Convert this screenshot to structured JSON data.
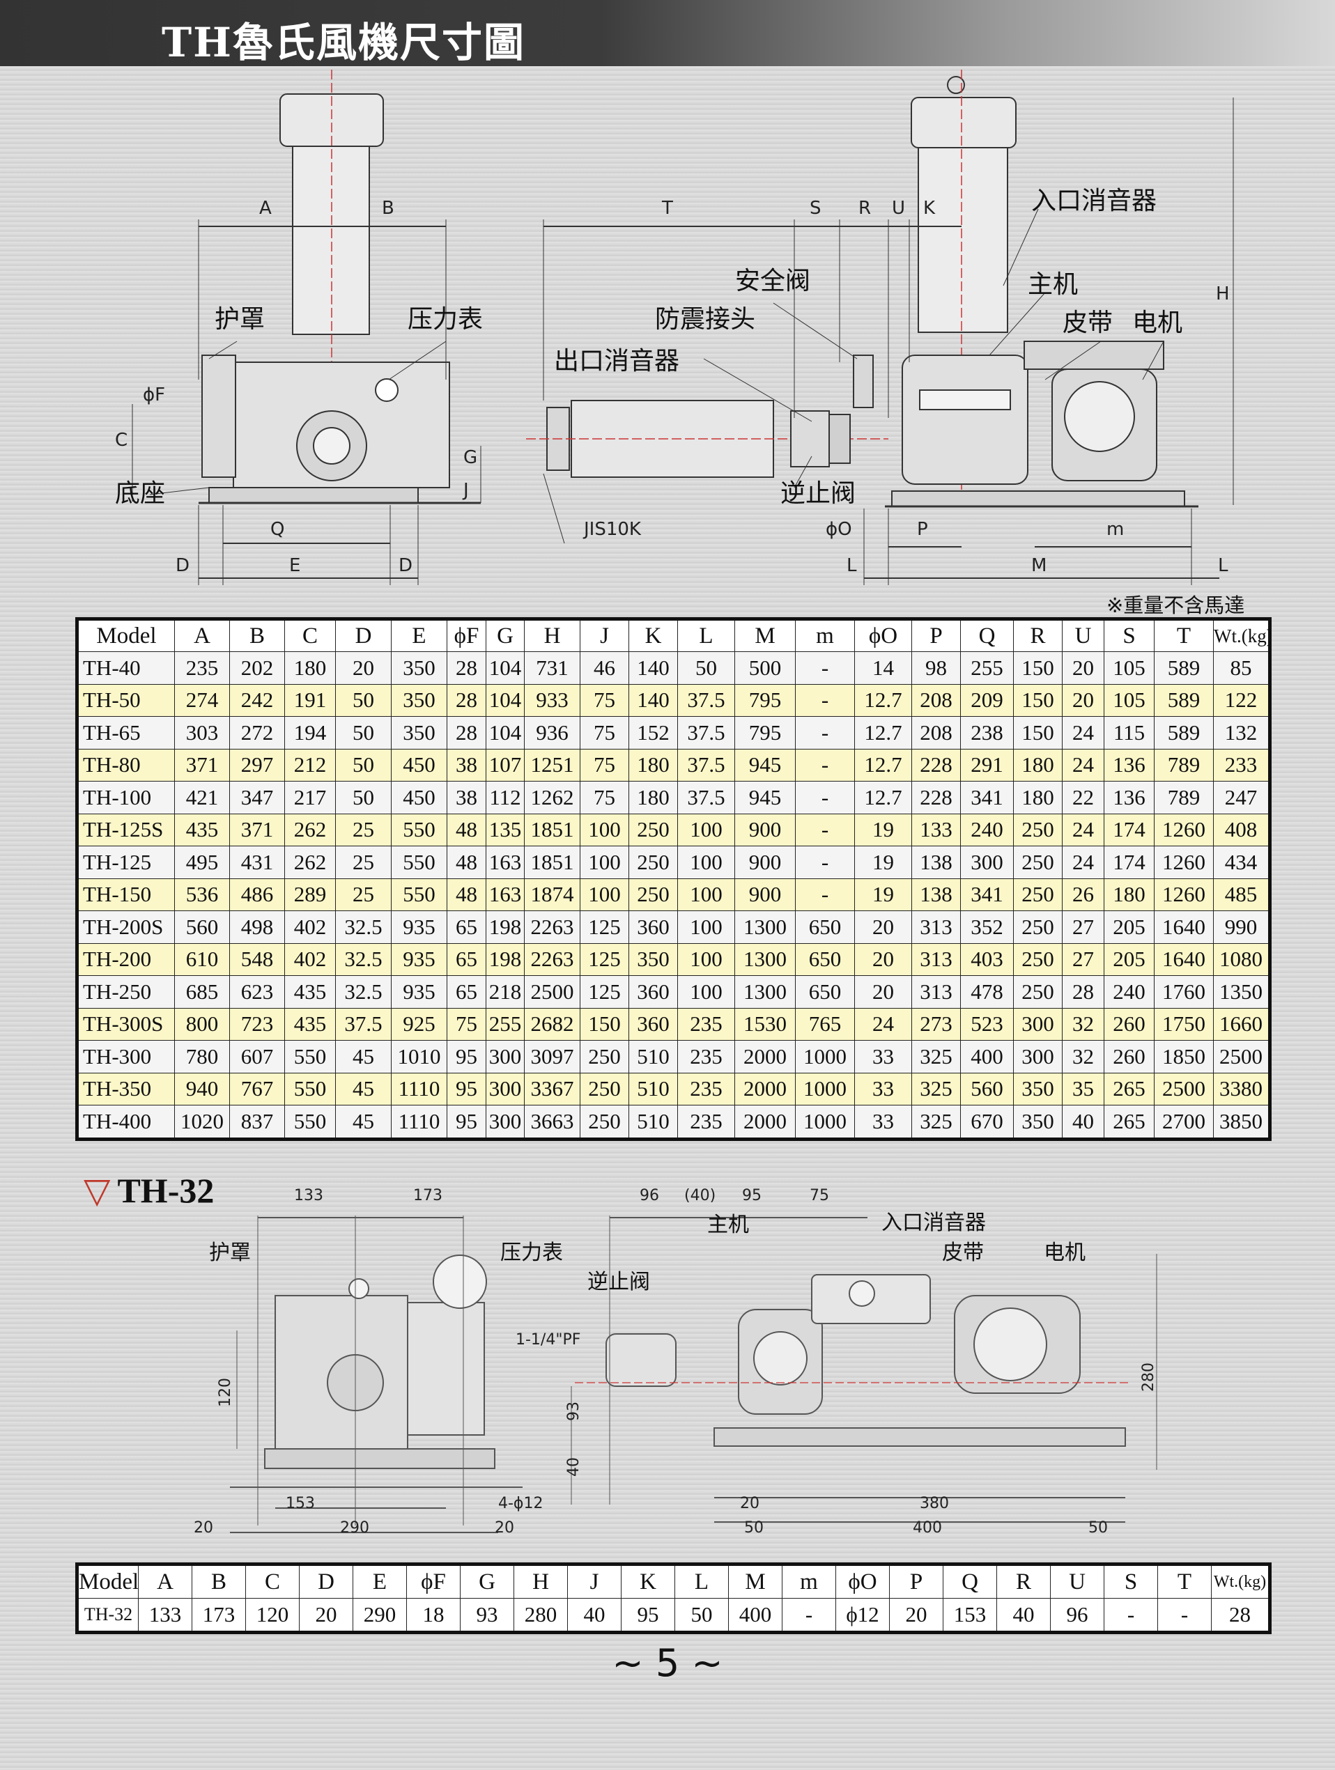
{
  "header": {
    "title": "TH魯氏風機尺寸圖"
  },
  "top_drawing": {
    "front_dims": [
      "A",
      "B",
      "C",
      "ϕF",
      "G",
      "J",
      "Q",
      "D",
      "E",
      "D"
    ],
    "side_dims": [
      "T",
      "S",
      "R",
      "U",
      "K",
      "H",
      "P",
      "m",
      "L",
      "M",
      "L",
      "ϕO"
    ],
    "parts": {
      "guard": "护罩",
      "pressure_gauge": "压力表",
      "base": "底座",
      "outlet_silencer": "出口消音器",
      "safety_valve": "安全阀",
      "anti_vibration_joint": "防震接头",
      "inlet_silencer": "入口消音器",
      "main_unit": "主机",
      "belt": "皮带",
      "motor": "电机",
      "check_valve": "逆止阀",
      "flange_std": "JIS10K"
    }
  },
  "weight_note": "※重量不含馬達",
  "main_table": {
    "headers": [
      "Model",
      "A",
      "B",
      "C",
      "D",
      "E",
      "ϕF",
      "G",
      "H",
      "J",
      "K",
      "L",
      "M",
      "m",
      "ϕO",
      "P",
      "Q",
      "R",
      "U",
      "S",
      "T",
      "Wt.(kg)"
    ],
    "rows": [
      [
        "TH-40",
        "235",
        "202",
        "180",
        "20",
        "350",
        "28",
        "104",
        "731",
        "46",
        "140",
        "50",
        "500",
        "-",
        "14",
        "98",
        "255",
        "150",
        "20",
        "105",
        "589",
        "85"
      ],
      [
        "TH-50",
        "274",
        "242",
        "191",
        "50",
        "350",
        "28",
        "104",
        "933",
        "75",
        "140",
        "37.5",
        "795",
        "-",
        "12.7",
        "208",
        "209",
        "150",
        "20",
        "105",
        "589",
        "122"
      ],
      [
        "TH-65",
        "303",
        "272",
        "194",
        "50",
        "350",
        "28",
        "104",
        "936",
        "75",
        "152",
        "37.5",
        "795",
        "-",
        "12.7",
        "208",
        "238",
        "150",
        "24",
        "115",
        "589",
        "132"
      ],
      [
        "TH-80",
        "371",
        "297",
        "212",
        "50",
        "450",
        "38",
        "107",
        "1251",
        "75",
        "180",
        "37.5",
        "945",
        "-",
        "12.7",
        "228",
        "291",
        "180",
        "24",
        "136",
        "789",
        "233"
      ],
      [
        "TH-100",
        "421",
        "347",
        "217",
        "50",
        "450",
        "38",
        "112",
        "1262",
        "75",
        "180",
        "37.5",
        "945",
        "-",
        "12.7",
        "228",
        "341",
        "180",
        "22",
        "136",
        "789",
        "247"
      ],
      [
        "TH-125S",
        "435",
        "371",
        "262",
        "25",
        "550",
        "48",
        "135",
        "1851",
        "100",
        "250",
        "100",
        "900",
        "-",
        "19",
        "133",
        "240",
        "250",
        "24",
        "174",
        "1260",
        "408"
      ],
      [
        "TH-125",
        "495",
        "431",
        "262",
        "25",
        "550",
        "48",
        "163",
        "1851",
        "100",
        "250",
        "100",
        "900",
        "-",
        "19",
        "138",
        "300",
        "250",
        "24",
        "174",
        "1260",
        "434"
      ],
      [
        "TH-150",
        "536",
        "486",
        "289",
        "25",
        "550",
        "48",
        "163",
        "1874",
        "100",
        "250",
        "100",
        "900",
        "-",
        "19",
        "138",
        "341",
        "250",
        "26",
        "180",
        "1260",
        "485"
      ],
      [
        "TH-200S",
        "560",
        "498",
        "402",
        "32.5",
        "935",
        "65",
        "198",
        "2263",
        "125",
        "360",
        "100",
        "1300",
        "650",
        "20",
        "313",
        "352",
        "250",
        "27",
        "205",
        "1640",
        "990"
      ],
      [
        "TH-200",
        "610",
        "548",
        "402",
        "32.5",
        "935",
        "65",
        "198",
        "2263",
        "125",
        "350",
        "100",
        "1300",
        "650",
        "20",
        "313",
        "403",
        "250",
        "27",
        "205",
        "1640",
        "1080"
      ],
      [
        "TH-250",
        "685",
        "623",
        "435",
        "32.5",
        "935",
        "65",
        "218",
        "2500",
        "125",
        "360",
        "100",
        "1300",
        "650",
        "20",
        "313",
        "478",
        "250",
        "28",
        "240",
        "1760",
        "1350"
      ],
      [
        "TH-300S",
        "800",
        "723",
        "435",
        "37.5",
        "925",
        "75",
        "255",
        "2682",
        "150",
        "360",
        "235",
        "1530",
        "765",
        "24",
        "273",
        "523",
        "300",
        "32",
        "260",
        "1750",
        "1660"
      ],
      [
        "TH-300",
        "780",
        "607",
        "550",
        "45",
        "1010",
        "95",
        "300",
        "3097",
        "250",
        "510",
        "235",
        "2000",
        "1000",
        "33",
        "325",
        "400",
        "300",
        "32",
        "260",
        "1850",
        "2500"
      ],
      [
        "TH-350",
        "940",
        "767",
        "550",
        "45",
        "1110",
        "95",
        "300",
        "3367",
        "250",
        "510",
        "235",
        "2000",
        "1000",
        "33",
        "325",
        "560",
        "350",
        "35",
        "265",
        "2500",
        "3380"
      ],
      [
        "TH-400",
        "1020",
        "837",
        "550",
        "45",
        "1110",
        "95",
        "300",
        "3663",
        "250",
        "510",
        "235",
        "2000",
        "1000",
        "33",
        "325",
        "670",
        "350",
        "40",
        "265",
        "2700",
        "3850"
      ]
    ]
  },
  "th32_section": {
    "title": "TH-32",
    "dims_front": [
      "133",
      "173",
      "120",
      "153",
      "20",
      "290",
      "20",
      "4-ϕ12"
    ],
    "dims_side": [
      "96",
      "(40)",
      "95",
      "75",
      "93",
      "40",
      "280",
      "20",
      "50",
      "380",
      "400",
      "50"
    ],
    "port": "1-1/4\"PF",
    "parts": {
      "guard": "护罩",
      "pressure_gauge": "压力表",
      "check_valve": "逆止阀",
      "main_unit": "主机",
      "inlet_silencer": "入口消音器",
      "belt": "皮带",
      "motor": "电机"
    }
  },
  "th32_table": {
    "headers": [
      "Model",
      "A",
      "B",
      "C",
      "D",
      "E",
      "ϕF",
      "G",
      "H",
      "J",
      "K",
      "L",
      "M",
      "m",
      "ϕO",
      "P",
      "Q",
      "R",
      "U",
      "S",
      "T",
      "Wt.(kg)"
    ],
    "row": [
      "TH-32",
      "133",
      "173",
      "120",
      "20",
      "290",
      "18",
      "93",
      "280",
      "40",
      "95",
      "50",
      "400",
      "-",
      "ϕ12",
      "20",
      "153",
      "40",
      "96",
      "-",
      "-",
      "28"
    ]
  },
  "page_number": "~ 5 ~"
}
